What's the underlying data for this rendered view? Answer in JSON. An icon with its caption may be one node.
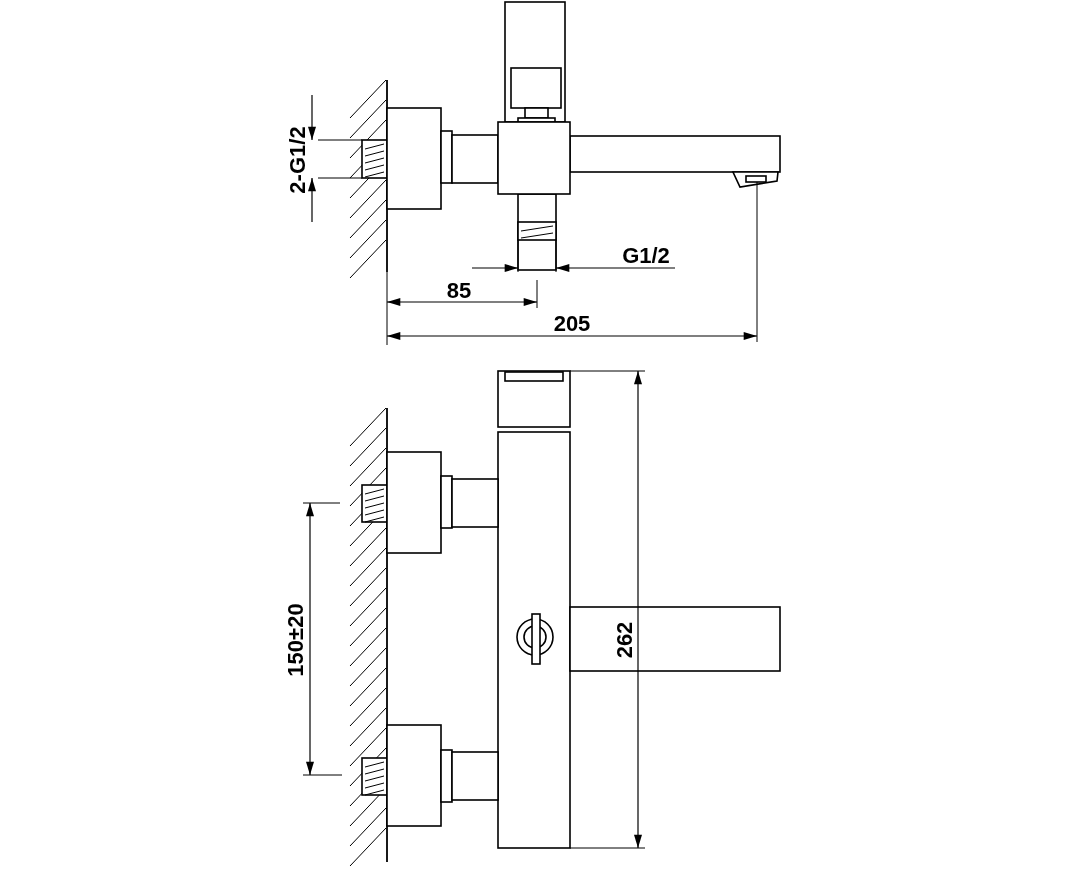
{
  "diagram": {
    "labels": [
      "2-G1/2",
      "G1/2",
      "85",
      "205",
      "150±20",
      "262"
    ]
  }
}
